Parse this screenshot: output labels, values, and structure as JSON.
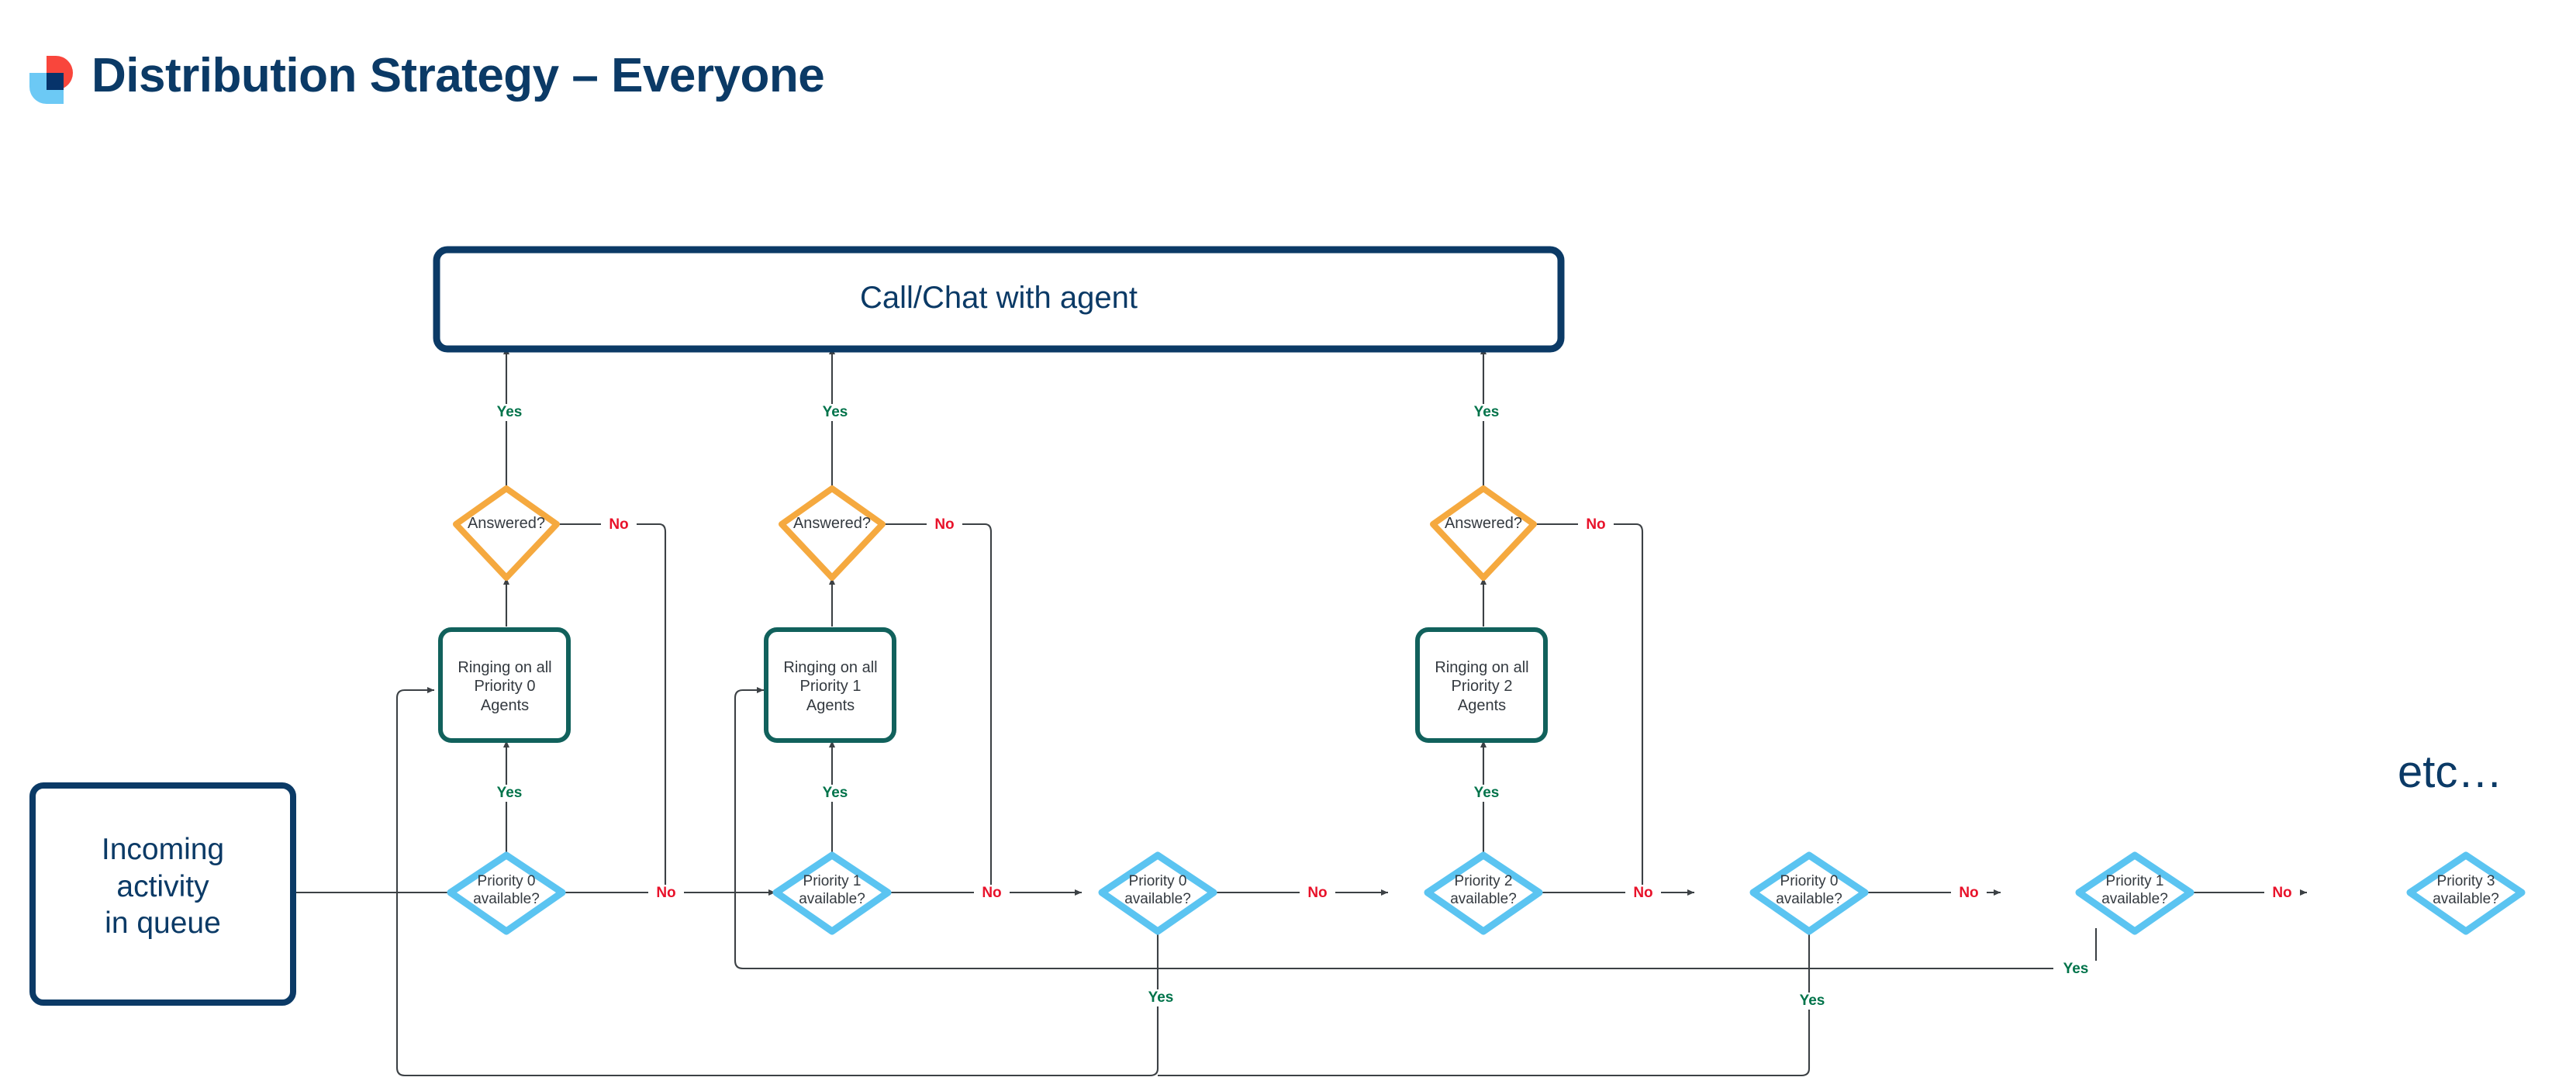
{
  "header": {
    "title": "Distribution Strategy – Everyone",
    "logo_name": "brand-logo",
    "colors": {
      "red": "#F9463C",
      "light_blue": "#6CC9F5",
      "navy": "#06336A"
    }
  },
  "diagram": {
    "type": "flowchart",
    "colors": {
      "terminal_border": "#0B3A66",
      "process_border": "#11615C",
      "decision_priority_border": "#5BC4F1",
      "decision_answered_border": "#F5A93F",
      "connector": "#3C4145",
      "label_yes": "#00734A",
      "label_no": "#E8122A",
      "text": "#343A40"
    },
    "nodes": {
      "start": {
        "name": "incoming-activity",
        "text": "Incoming\nactivity\nin queue",
        "shape": "rounded-rect",
        "style": "terminal"
      },
      "end": {
        "name": "call-chat-with-agent",
        "text": "Call/Chat with agent",
        "shape": "rounded-rect",
        "style": "terminal"
      },
      "ringing": [
        {
          "name": "ringing-priority-0",
          "text": "Ringing on all\nPriority 0\nAgents"
        },
        {
          "name": "ringing-priority-1",
          "text": "Ringing on all\nPriority 1\nAgents"
        },
        {
          "name": "ringing-priority-2",
          "text": "Ringing on all\nPriority 2\nAgents"
        }
      ],
      "answered": [
        {
          "name": "answered-0",
          "text": "Answered?"
        },
        {
          "name": "answered-1",
          "text": "Answered?"
        },
        {
          "name": "answered-2",
          "text": "Answered?"
        }
      ],
      "availability": [
        {
          "name": "priority-0-available-1",
          "text": "Priority 0\navailable?"
        },
        {
          "name": "priority-1-available-1",
          "text": "Priority 1\navailable?"
        },
        {
          "name": "priority-0-available-2",
          "text": "Priority 0\navailable?"
        },
        {
          "name": "priority-2-available-1",
          "text": "Priority 2\navailable?"
        },
        {
          "name": "priority-0-available-3",
          "text": "Priority 0\navailable?"
        },
        {
          "name": "priority-1-available-2",
          "text": "Priority 1\navailable?"
        },
        {
          "name": "priority-3-available-1",
          "text": "Priority 3\navailable?"
        }
      ],
      "etc": {
        "name": "etc-text",
        "text": "etc…"
      }
    },
    "edge_labels": {
      "yes": "Yes",
      "no": "No"
    },
    "edges": [
      {
        "from": "incoming-activity",
        "to": "priority-0-available-1",
        "label": ""
      },
      {
        "from": "priority-0-available-1",
        "to": "ringing-priority-0",
        "label": "Yes"
      },
      {
        "from": "priority-0-available-1",
        "to": "priority-1-available-1",
        "label": "No"
      },
      {
        "from": "ringing-priority-0",
        "to": "answered-0",
        "label": ""
      },
      {
        "from": "answered-0",
        "to": "call-chat-with-agent",
        "label": "Yes"
      },
      {
        "from": "answered-0",
        "to": "priority-1-available-1",
        "label": "No"
      },
      {
        "from": "priority-1-available-1",
        "to": "ringing-priority-1",
        "label": "Yes"
      },
      {
        "from": "priority-1-available-1",
        "to": "priority-0-available-2",
        "label": "No"
      },
      {
        "from": "ringing-priority-1",
        "to": "answered-1",
        "label": ""
      },
      {
        "from": "answered-1",
        "to": "call-chat-with-agent",
        "label": "Yes"
      },
      {
        "from": "answered-1",
        "to": "priority-0-available-2",
        "label": "No"
      },
      {
        "from": "priority-0-available-2",
        "to": "ringing-priority-0",
        "label": "Yes"
      },
      {
        "from": "priority-0-available-2",
        "to": "priority-2-available-1",
        "label": "No"
      },
      {
        "from": "priority-2-available-1",
        "to": "ringing-priority-2",
        "label": "Yes"
      },
      {
        "from": "priority-2-available-1",
        "to": "priority-0-available-3",
        "label": "No"
      },
      {
        "from": "ringing-priority-2",
        "to": "answered-2",
        "label": ""
      },
      {
        "from": "answered-2",
        "to": "call-chat-with-agent",
        "label": "Yes"
      },
      {
        "from": "answered-2",
        "to": "priority-0-available-3",
        "label": "No"
      },
      {
        "from": "priority-0-available-3",
        "to": "ringing-priority-0",
        "label": "Yes"
      },
      {
        "from": "priority-0-available-3",
        "to": "priority-1-available-2",
        "label": "No"
      },
      {
        "from": "priority-1-available-2",
        "to": "ringing-priority-1",
        "label": "Yes"
      },
      {
        "from": "priority-1-available-2",
        "to": "priority-3-available-1",
        "label": "No"
      }
    ]
  }
}
